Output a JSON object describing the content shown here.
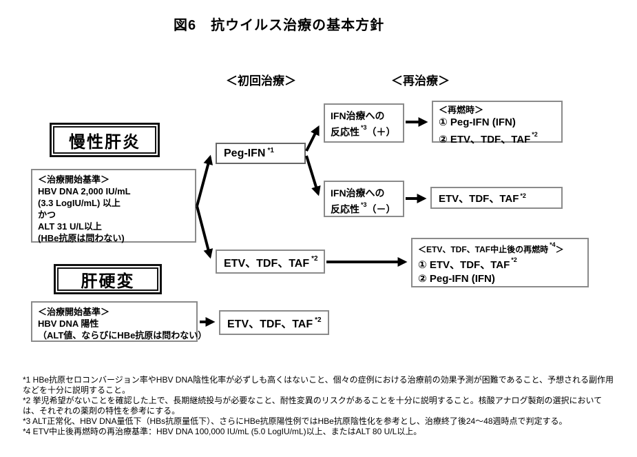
{
  "title": "図6　抗ウイルス治療の基本方針",
  "headers": {
    "initial": "＜初回治療＞",
    "retreatment": "＜再治療＞"
  },
  "nodes": {
    "chronic_hepatitis": "慢性肝炎",
    "cirrhosis": "肝硬変",
    "chronic_criteria": {
      "heading": "＜治療開始基準＞",
      "line1": "HBV DNA 2,000 IU/mL",
      "line2": "(3.3 LogIU/mL) 以上",
      "line3": "かつ",
      "line4": "ALT 31 U/L以上",
      "line5": "(HBe抗原は問わない)"
    },
    "cirrhosis_criteria": {
      "heading": "＜治療開始基準＞",
      "line1": "HBV DNA 陽性",
      "line2": "（ALT値、ならびにHBe抗原は問わない）"
    },
    "peg_ifn": {
      "label": "Peg-IFN",
      "note": "*1"
    },
    "ifn_response_pos": {
      "line1": "IFN治療への",
      "line2": "反応性",
      "note": "*3",
      "sign": "（＋）"
    },
    "ifn_response_neg": {
      "line1": "IFN治療への",
      "line2": "反応性",
      "note": "*3",
      "sign": "（－）"
    },
    "relapse": {
      "heading": "＜再燃時＞",
      "item1": "① Peg-IFN (IFN)",
      "item2": "② ETV、TDF、TAF",
      "item2_note": "*2"
    },
    "etv_after_neg": {
      "label": "ETV、TDF、TAF",
      "note": "*2"
    },
    "etv_initial": {
      "label": "ETV、TDF、TAF",
      "note": "*2"
    },
    "etv_stop_relapse": {
      "heading": "＜ETV、TDF、TAF中止後の再燃時",
      "heading_note": "*4",
      "heading_close": "＞",
      "item1": "① ETV、TDF、TAF",
      "item1_note": "*2",
      "item2": "② Peg-IFN (IFN)"
    },
    "etv_cirrhosis": {
      "label": "ETV、TDF、TAF",
      "note": "*2"
    }
  },
  "footnotes": [
    "*1 HBe抗原セロコンバージョン率やHBV DNA陰性化率が必ずしも高くはないこと、個々の症例における治療前の効果予測が困難であること、予想される副作用などを十分に説明すること。",
    "*2 挙児希望がないことを確認した上で、長期継続投与が必要なこと、耐性変異のリスクがあることを十分に説明すること。核酸アナログ製剤の選択においては、それぞれの薬剤の特性を参考にする。",
    "*3 ALT正常化、HBV DNA量低下（HBs抗原量低下）、さらにHBe抗原陽性例ではHBe抗原陰性化を参考とし、治療終了後24～48週時点で判定する。",
    "*4 ETV中止後再燃時の再治療基準：HBV DNA 100,000 IU/mL (5.0 LogIU/mL)以上、またはALT 80 U/L以上。"
  ],
  "colors": {
    "text": "#000000",
    "box_border": "#8a8a8a",
    "frame_border": "#111111",
    "arrow": "#000000"
  }
}
